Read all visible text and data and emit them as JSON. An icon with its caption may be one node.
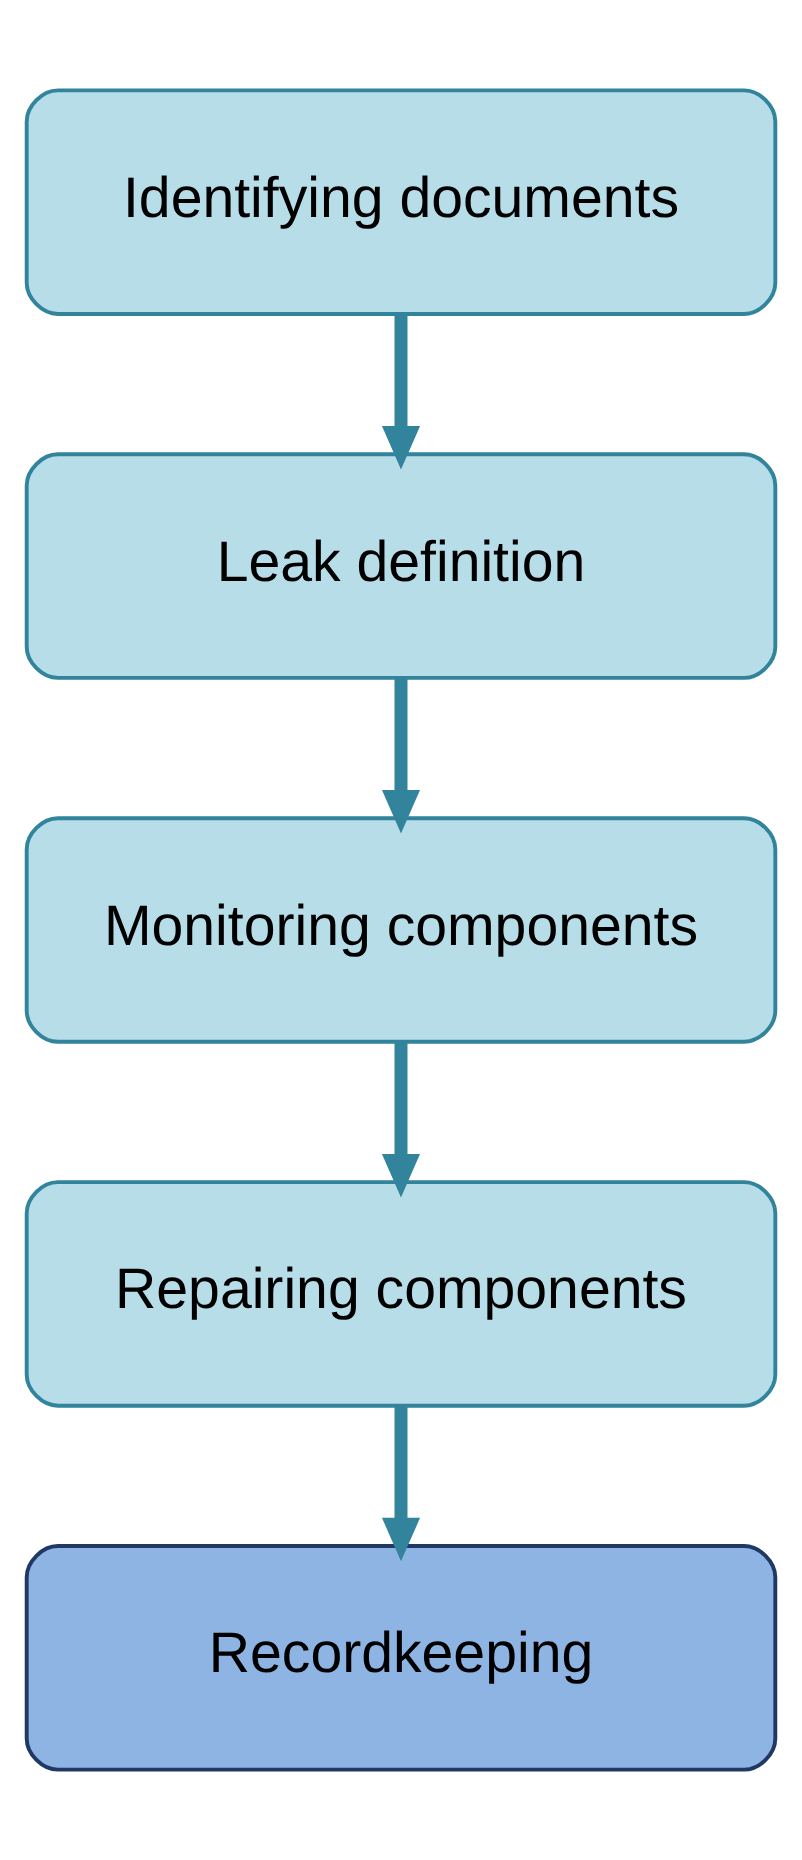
{
  "diagram": {
    "nodes": [
      {
        "text": [
          "Identifying documents"
        ]
      },
      {
        "text": [
          "Leak definition"
        ]
      },
      {
        "text": [
          "Monitoring components"
        ]
      },
      {
        "text": [
          "Repairing components"
        ]
      },
      {
        "text": [
          "Recordkeeping"
        ]
      }
    ],
    "edges": [
      {
        "from": 0,
        "to": 1,
        "arrow": "to"
      },
      {
        "from": 1,
        "to": 2,
        "arrow": "to"
      },
      {
        "from": 2,
        "to": 3,
        "arrow": "to"
      },
      {
        "from": 3,
        "to": 4,
        "arrow": "to"
      }
    ]
  }
}
